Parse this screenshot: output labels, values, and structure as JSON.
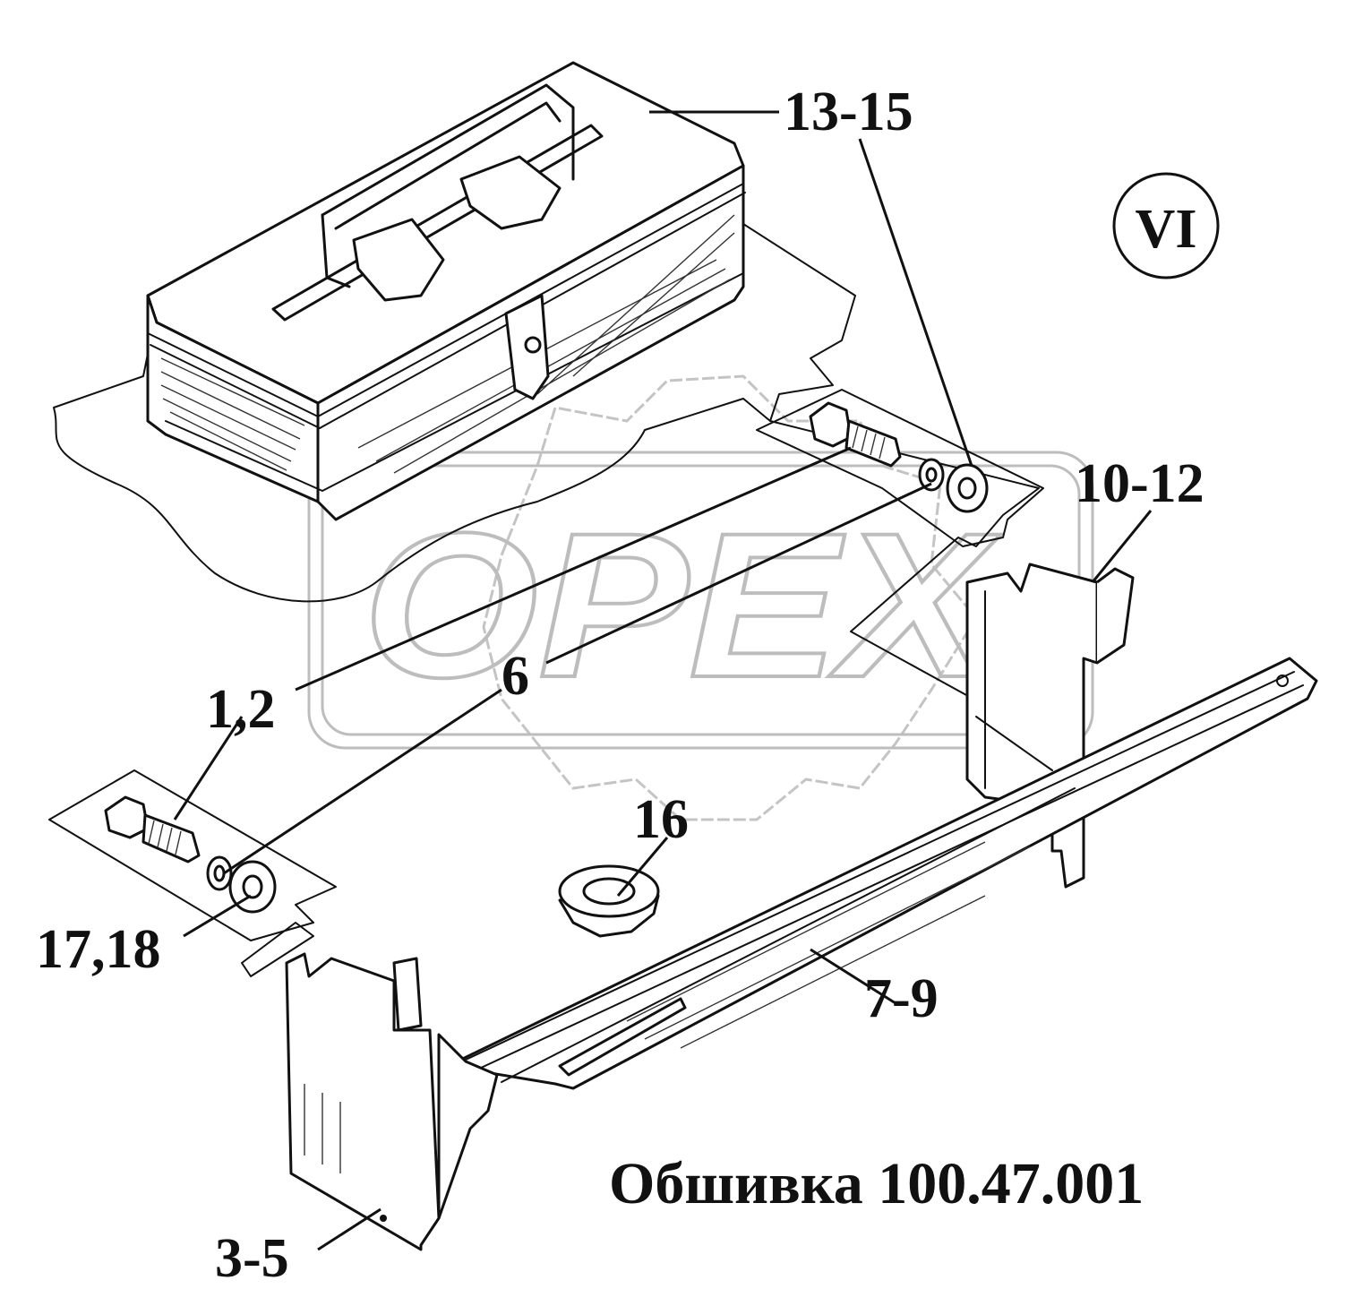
{
  "view_marker": "VI",
  "caption": "Обшивка 100.47.001",
  "watermark": "OPEX",
  "callouts": {
    "c_13_15": "13-15",
    "c_10_12": "10-12",
    "c_6": "6",
    "c_1_2": "1,2",
    "c_16": "16",
    "c_17_18": "17,18",
    "c_7_9": "7-9",
    "c_3_5": "3-5"
  }
}
